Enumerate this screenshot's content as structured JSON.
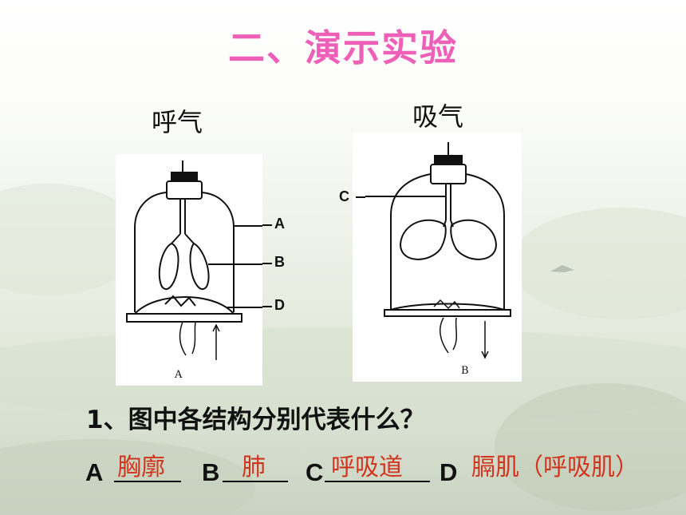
{
  "title": "二、演示实验",
  "diagram": {
    "exhale_label": "呼气",
    "inhale_label": "吸气",
    "panel_a_caption": "A",
    "panel_b_caption": "B",
    "tags": {
      "A": "A",
      "B": "B",
      "C": "C",
      "D": "D"
    }
  },
  "question": "1、图中各结构分别代表什么？",
  "answers": [
    {
      "letter": "A",
      "answer": "胸廓"
    },
    {
      "letter": "B",
      "answer": "肺"
    },
    {
      "letter": "C",
      "answer": "呼吸道"
    },
    {
      "letter": "D",
      "answer": "膈肌（呼吸肌）"
    }
  ],
  "colors": {
    "title": "#ee5fb8",
    "answer": "#d0351f"
  }
}
